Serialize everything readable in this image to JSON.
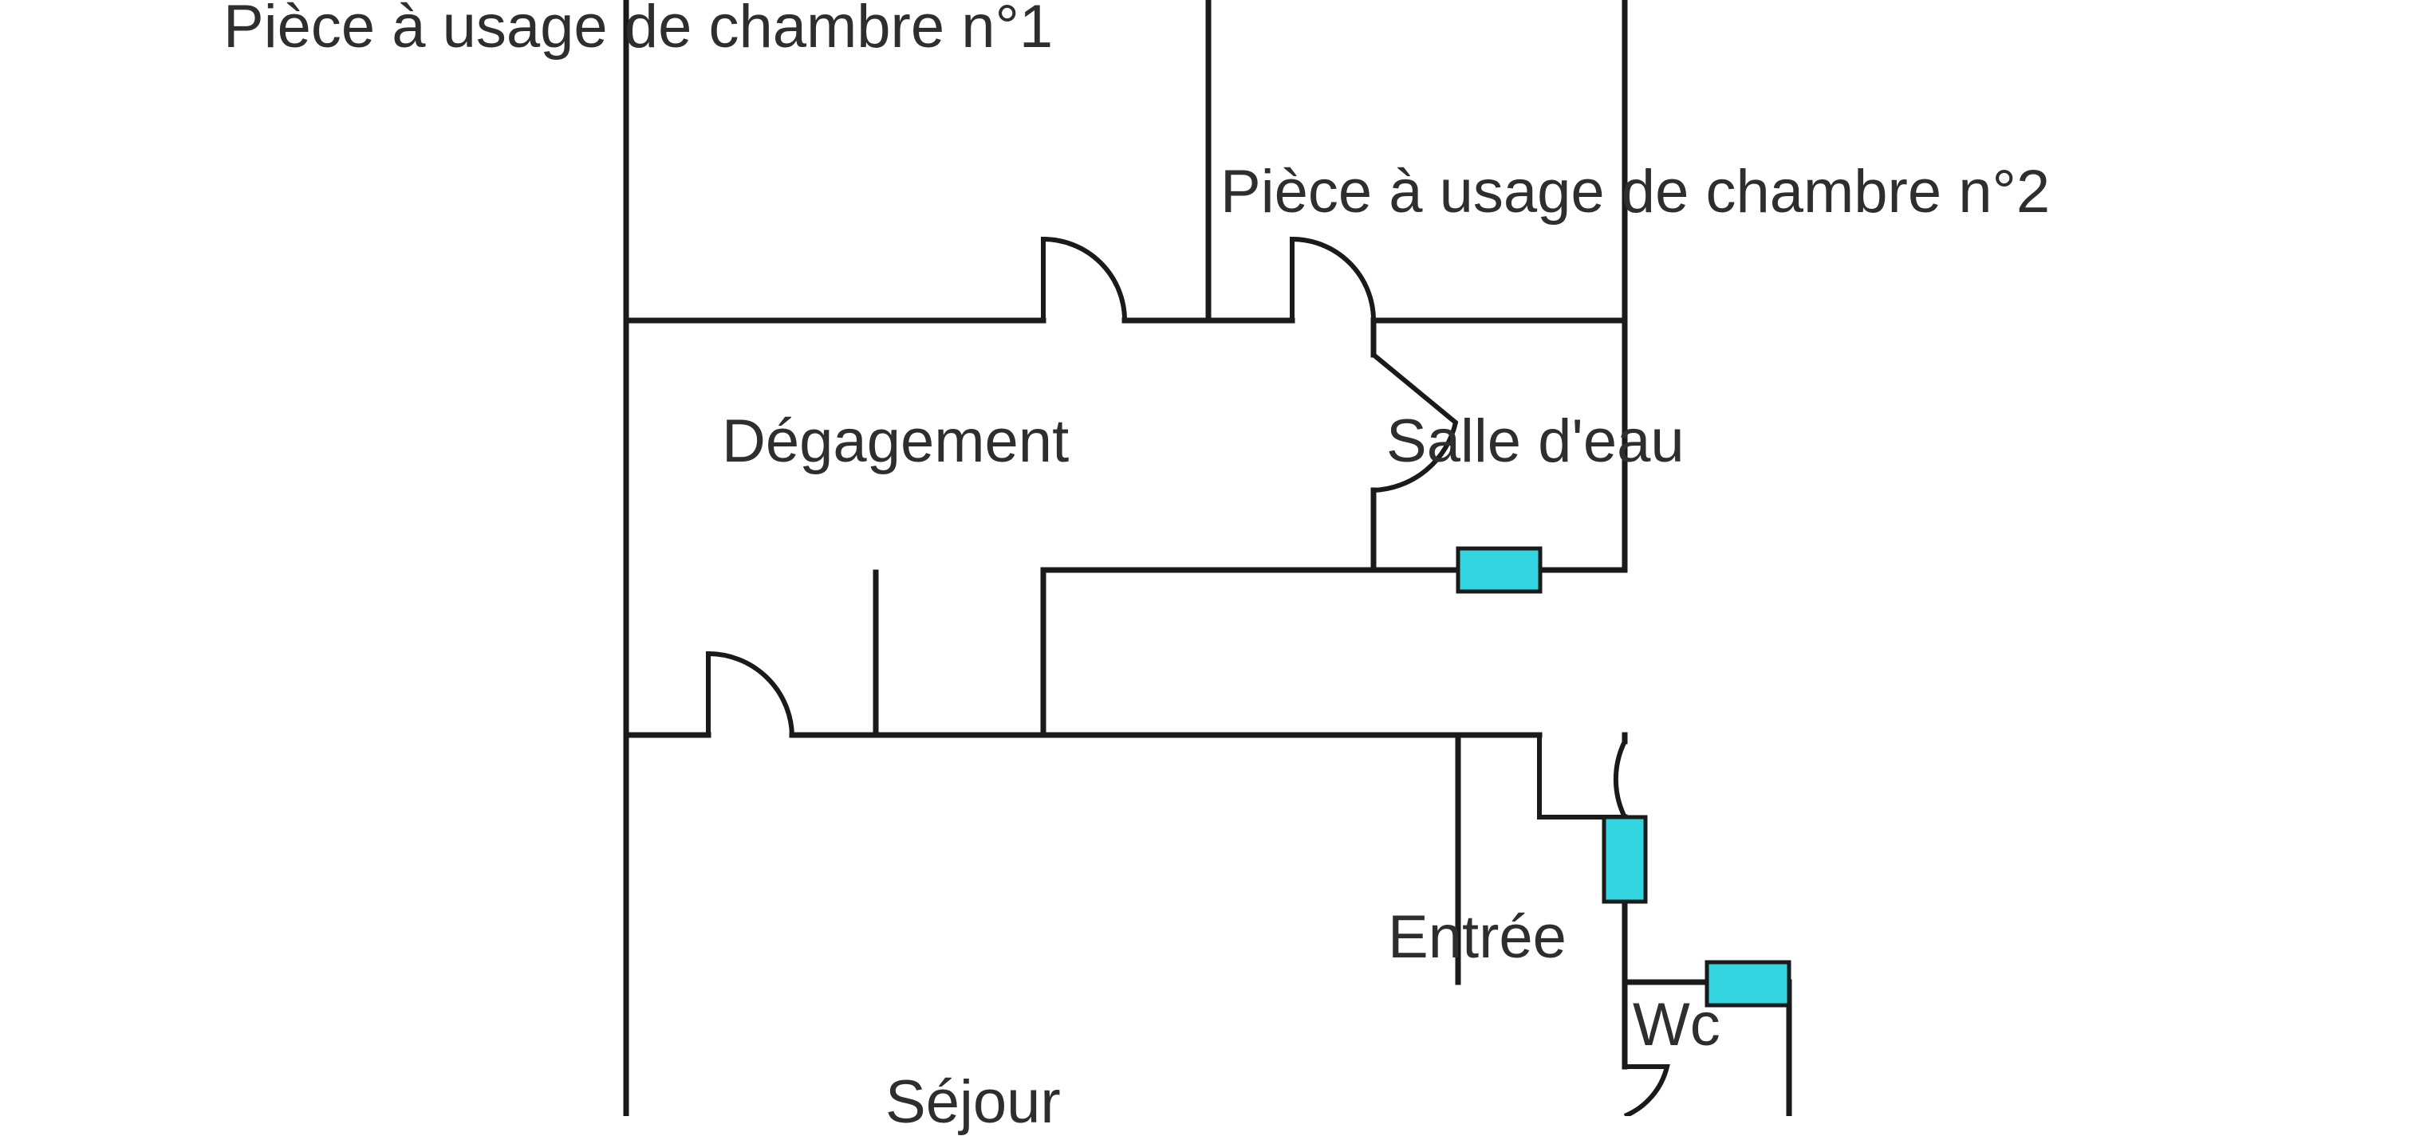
{
  "rooms": {
    "chambre1": "Pièce à usage de chambre n°1",
    "chambre2": "Pièce à usage de chambre n°2",
    "degagement": "Dégagement",
    "salle_eau": "Salle d'eau",
    "entree": "Entrée",
    "wc": "Wc",
    "sejour": "Séjour"
  },
  "colors": {
    "wall": "#1a1a1a",
    "fixture": "#33d6e0",
    "label": "#2e2e2e",
    "background": "#ffffff"
  }
}
